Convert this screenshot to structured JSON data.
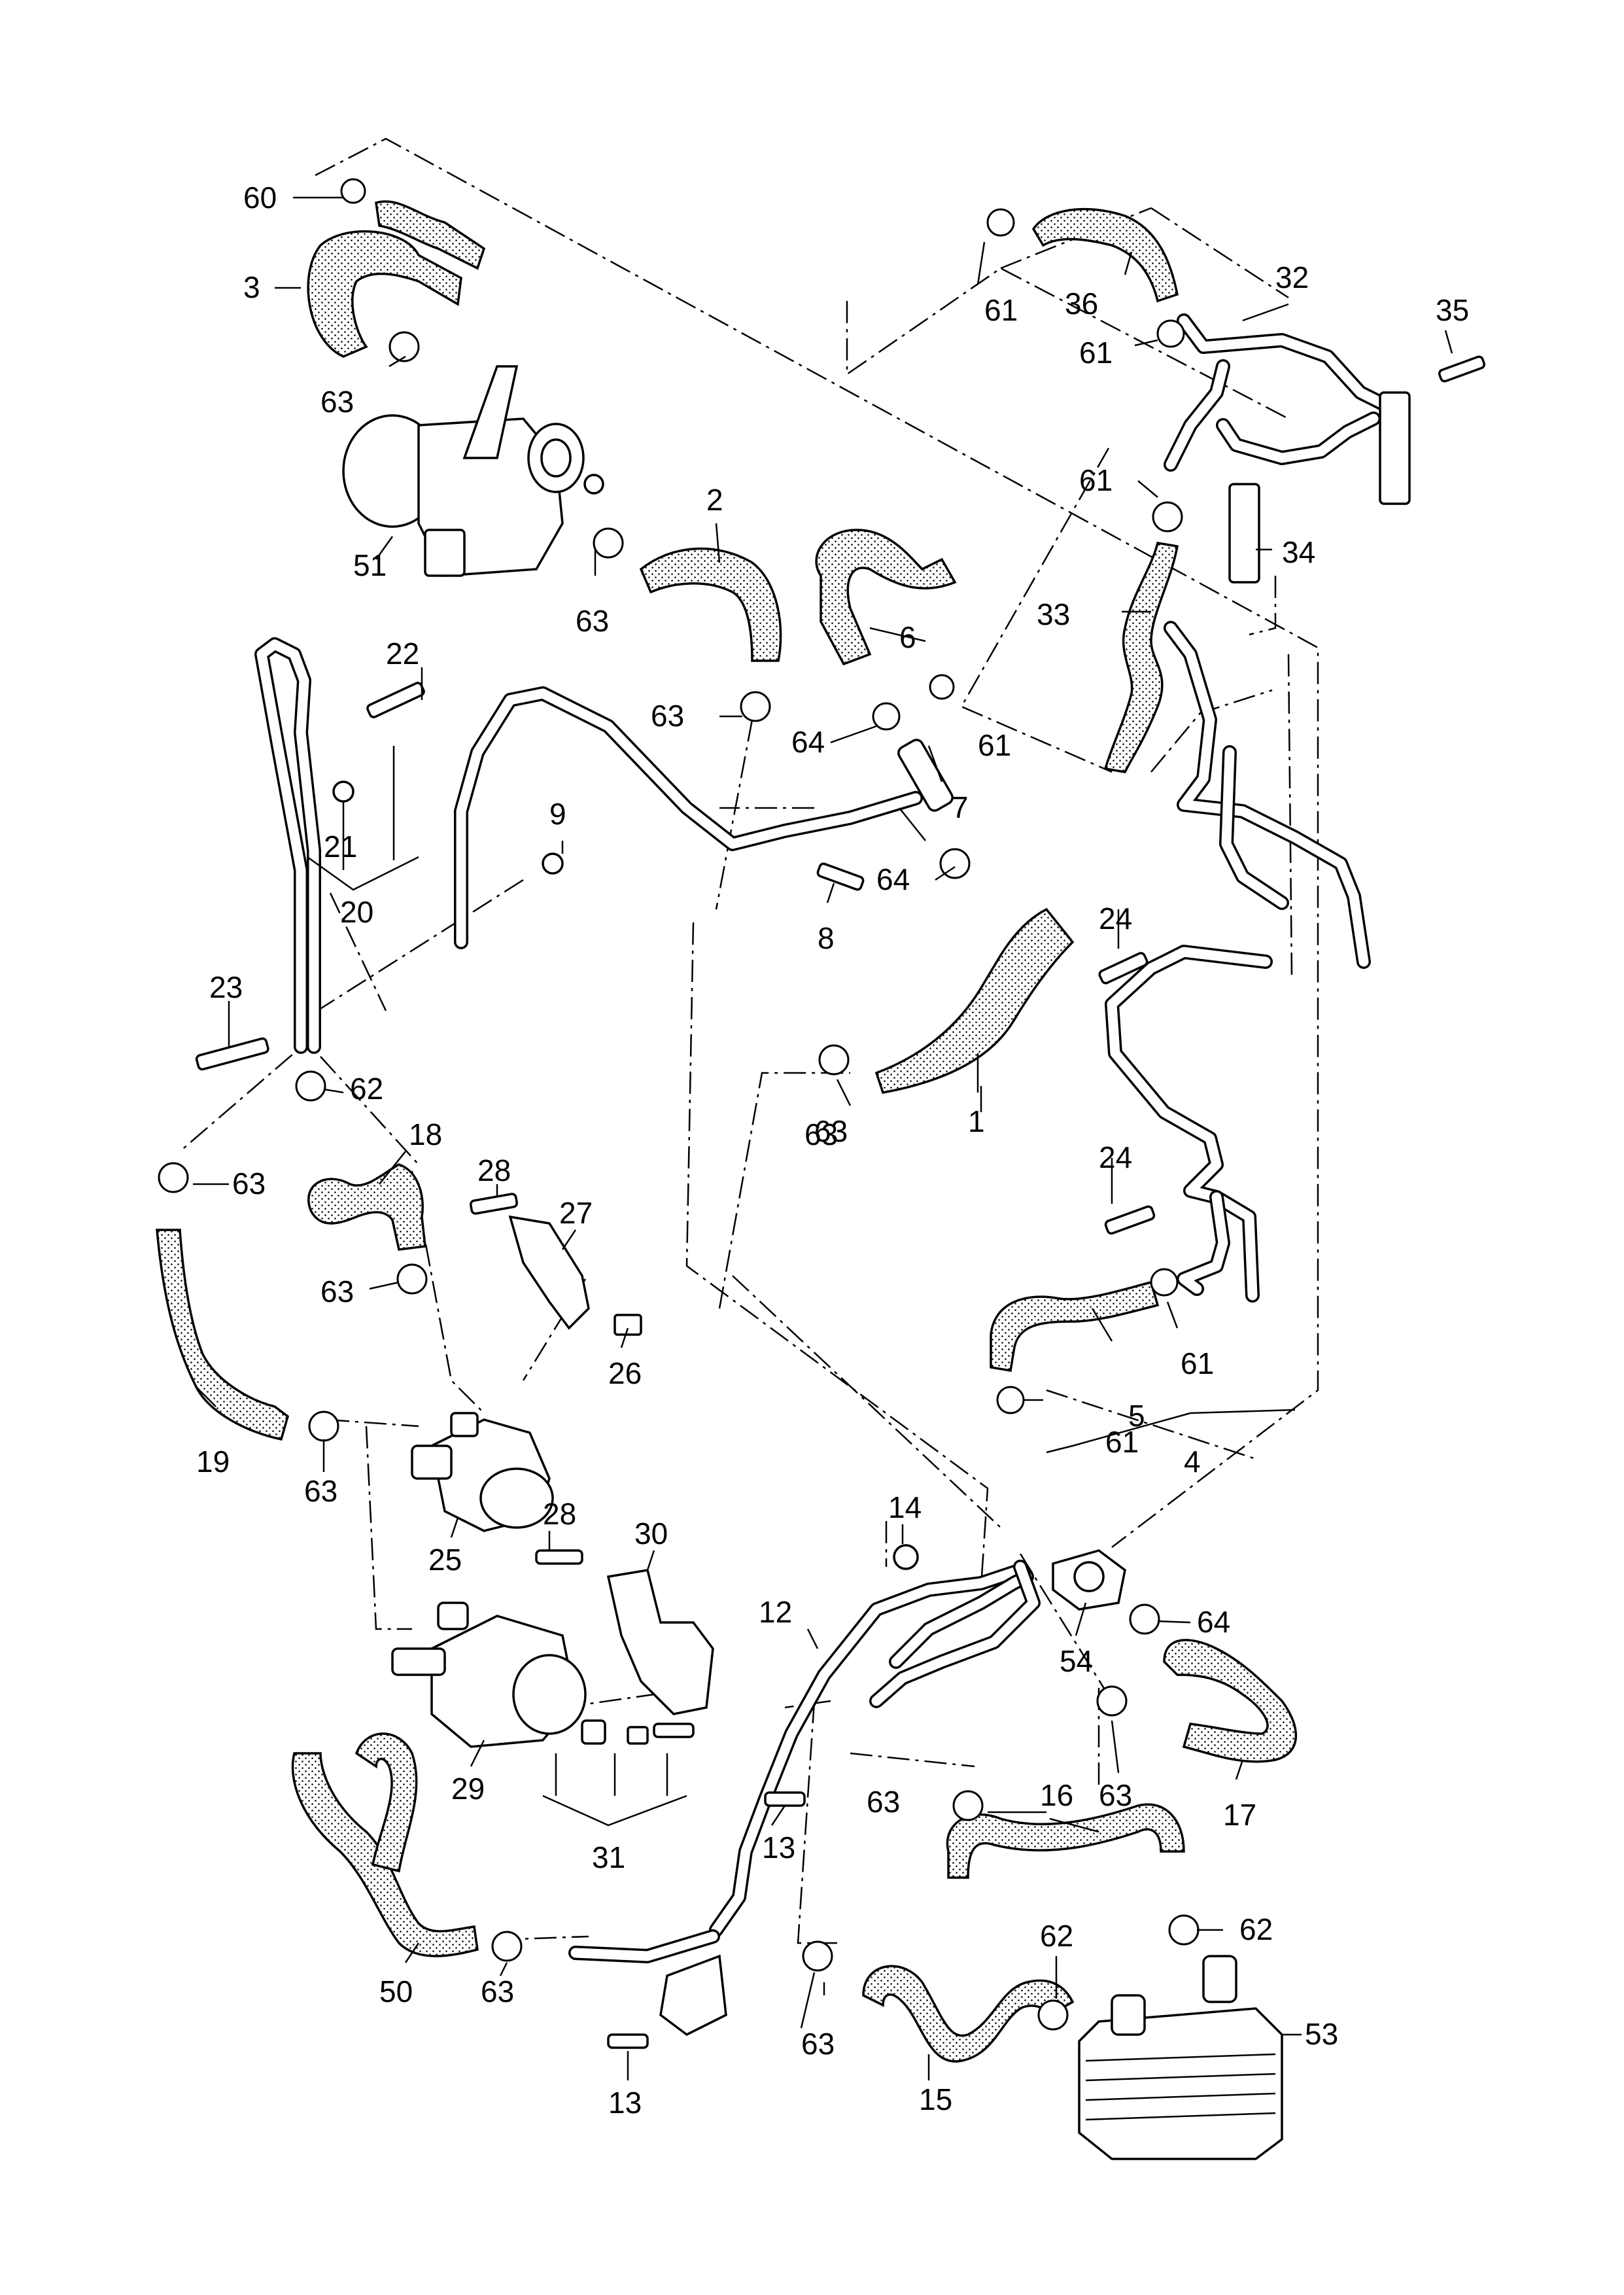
{
  "callouts": [
    {
      "id": "1",
      "label": "1"
    },
    {
      "id": "2",
      "label": "2"
    },
    {
      "id": "3",
      "label": "3"
    },
    {
      "id": "4",
      "label": "4"
    },
    {
      "id": "5",
      "label": "5"
    },
    {
      "id": "6",
      "label": "6"
    },
    {
      "id": "7",
      "label": "7"
    },
    {
      "id": "8",
      "label": "8"
    },
    {
      "id": "9",
      "label": "9"
    },
    {
      "id": "12",
      "label": "12"
    },
    {
      "id": "13a",
      "label": "13"
    },
    {
      "id": "13b",
      "label": "13"
    },
    {
      "id": "14",
      "label": "14"
    },
    {
      "id": "15",
      "label": "15"
    },
    {
      "id": "16",
      "label": "16"
    },
    {
      "id": "17",
      "label": "17"
    },
    {
      "id": "18",
      "label": "18"
    },
    {
      "id": "19",
      "label": "19"
    },
    {
      "id": "20",
      "label": "20"
    },
    {
      "id": "21",
      "label": "21"
    },
    {
      "id": "22",
      "label": "22"
    },
    {
      "id": "23",
      "label": "23"
    },
    {
      "id": "24a",
      "label": "24"
    },
    {
      "id": "24b",
      "label": "24"
    },
    {
      "id": "25",
      "label": "25"
    },
    {
      "id": "26",
      "label": "26"
    },
    {
      "id": "27",
      "label": "27"
    },
    {
      "id": "28a",
      "label": "28"
    },
    {
      "id": "28b",
      "label": "28"
    },
    {
      "id": "29",
      "label": "29"
    },
    {
      "id": "30",
      "label": "30"
    },
    {
      "id": "31",
      "label": "31"
    },
    {
      "id": "32",
      "label": "32"
    },
    {
      "id": "33",
      "label": "33"
    },
    {
      "id": "34",
      "label": "34"
    },
    {
      "id": "35",
      "label": "35"
    },
    {
      "id": "36",
      "label": "36"
    },
    {
      "id": "50",
      "label": "50"
    },
    {
      "id": "51",
      "label": "51"
    },
    {
      "id": "53",
      "label": "53"
    },
    {
      "id": "54",
      "label": "54"
    },
    {
      "id": "60",
      "label": "60"
    },
    {
      "id": "61a",
      "label": "61"
    },
    {
      "id": "61b",
      "label": "61"
    },
    {
      "id": "61c",
      "label": "61"
    },
    {
      "id": "61d",
      "label": "61"
    },
    {
      "id": "61e",
      "label": "61"
    },
    {
      "id": "61f",
      "label": "61"
    },
    {
      "id": "62a",
      "label": "62"
    },
    {
      "id": "62b",
      "label": "62"
    },
    {
      "id": "62c",
      "label": "62"
    },
    {
      "id": "63a",
      "label": "63"
    },
    {
      "id": "63b",
      "label": "63"
    },
    {
      "id": "63c",
      "label": "63"
    },
    {
      "id": "63d",
      "label": "63"
    },
    {
      "id": "63e",
      "label": "63"
    },
    {
      "id": "63f",
      "label": "63"
    },
    {
      "id": "63g",
      "label": "63"
    },
    {
      "id": "63h",
      "label": "63"
    },
    {
      "id": "63i",
      "label": "63"
    },
    {
      "id": "63j",
      "label": "63"
    },
    {
      "id": "63k",
      "label": "63"
    },
    {
      "id": "63l",
      "label": "63"
    },
    {
      "id": "64a",
      "label": "64"
    },
    {
      "id": "64b",
      "label": "64"
    },
    {
      "id": "64c",
      "label": "64"
    }
  ]
}
